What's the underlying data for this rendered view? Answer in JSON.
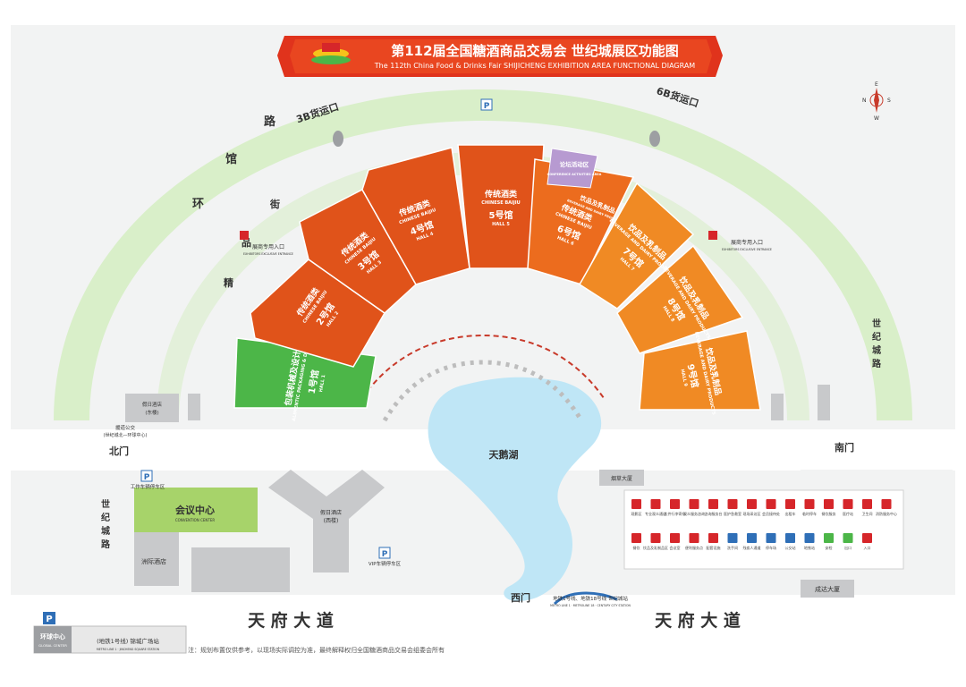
{
  "title": {
    "cn": "第112届全国糖酒商品交易会 世纪城展区功能图",
    "en": "The 112th China Food & Drinks Fair SHIJICHENG EXHIBITION AREA FUNCTIONAL DIAGRAM"
  },
  "colors": {
    "baijiu": "#e0531a",
    "beverage": "#f08a24",
    "green_hall": "#4cb648",
    "conference": "#a7d36a",
    "road_green": "#d9efc9",
    "lake": "#bfe6f6",
    "building_grey": "#c8c9cb",
    "title_red": "#e0331c",
    "activity_purple": "#b79ad1"
  },
  "halls": [
    {
      "id": "hall1",
      "cn": "1号馆",
      "en": "HALL 1",
      "cat": "包装机械及设计",
      "cat_en": "ALIMENTIC PACKAGING & DESIGN"
    },
    {
      "id": "hall2",
      "cn": "2号馆",
      "en": "HALL 2",
      "cat": "传统酒类",
      "cat_en": "CHINESE BAIJIU"
    },
    {
      "id": "hall3",
      "cn": "3号馆",
      "en": "HALL 3",
      "cat": "传统酒类",
      "cat_en": "CHINESE BAIJIU"
    },
    {
      "id": "hall4",
      "cn": "4号馆",
      "en": "HALL 4",
      "cat": "传统酒类",
      "cat_en": "CHINESE BAIJIU"
    },
    {
      "id": "hall5",
      "cn": "5号馆",
      "en": "HALL 5",
      "cat": "传统酒类",
      "cat_en": "CHINESE BAIJIU"
    },
    {
      "id": "hall6",
      "cn": "6号馆",
      "en": "HALL 6",
      "cat": "传统酒类",
      "cat_en": "CHINESE BAIJIU",
      "cat2": "饮品及乳制品",
      "cat2_en": "BEVERAGE AND DAIRY PRODUCTS"
    },
    {
      "id": "hall7",
      "cn": "7号馆",
      "en": "HALL 7",
      "cat": "饮品及乳制品",
      "cat_en": "BEVERAGE AND DAIRY PRODUCTS"
    },
    {
      "id": "hall8",
      "cn": "8号馆",
      "en": "HALL 8",
      "cat": "饮品及乳制品",
      "cat_en": "BEVERAGE AND DAIRY PRODUCTS"
    },
    {
      "id": "hall9",
      "cn": "9号馆",
      "en": "HALL 9",
      "cat": "饮品及乳制品",
      "cat_en": "BEVERAGE AND DAIRY PRODUCTS"
    }
  ],
  "activity_area": {
    "cn": "论坛活动区",
    "en": "CONFERENCE ACTIVITIES AREA"
  },
  "exhibitor_entrance": {
    "cn": "展商专用入口",
    "en": "EXHIBITORS EXCLUSIVE ENTRANCE"
  },
  "roads": {
    "huanguan": [
      "环",
      "馆",
      "路"
    ],
    "jingpin": [
      "精",
      "品",
      "街"
    ],
    "shijicheng_right": [
      "世",
      "纪",
      "城",
      "路"
    ],
    "shijicheng_left": [
      "世",
      "纪",
      "城",
      "路"
    ],
    "tianfu_left": "天 府 大 道",
    "tianfu_right": "天 府 大 道",
    "huoyun_3b": "3B货运口",
    "huoyun_6b": "6B货运口"
  },
  "gates": {
    "north": "北门",
    "south": "南门",
    "west": "西门"
  },
  "places": {
    "lake": "天鹅湖",
    "conference_cn": "会议中心",
    "conference_en": "CONVENTION CENTER",
    "holiday_east": "假日酒店",
    "holiday_east_sub": "(东楼)",
    "holiday_west": "假日酒店",
    "holiday_west_sub": "(西楼)",
    "zhouji": "洲际酒店",
    "yancao": "烟草大厦",
    "chengda": "成达大厦",
    "work_parking": "工作车辆停车区",
    "vip_parking": "VIP车辆停车区",
    "global_cn": "环球中心",
    "global_en": "GLOBAL CENTER",
    "jincheng_station": "(地铁1号线) 锦城广场站",
    "jincheng_station_en": "METRO LINE 1 · JINCHENG SQUARE STATION",
    "century_station": "地铁1号线、地铁18号线 世纪城站",
    "century_station_en": "METRO LINE 1 · METROLINE 18 · CENTURY CITY STATION",
    "bus_stop": "援道公交",
    "bus_stop_sub": "(世纪城北—环球中心)"
  },
  "legend": {
    "items": [
      "观影区",
      "专业观众通道",
      "大件行李寄存",
      "观众服务咨询",
      "咨询服务台",
      "医护急救室",
      "现场采访区",
      "会员接待处",
      "出租车",
      "临时停车",
      "餐饮服务",
      "医疗站",
      "卫生间",
      "消防服务中心",
      "餐饮",
      "饮品及乳制品区",
      "会议室",
      "便利服务点",
      "配套设施",
      "洗手间",
      "残疾人通道",
      "停车场",
      "公交站",
      "地铁站",
      "安检",
      "出口",
      "入口"
    ],
    "parking_symbol": "P"
  },
  "note": "注：规划布置仅供参考，以现场实际调控为准，最终解释权归全国糖酒商品交易会组委会所有",
  "compass": {
    "n": "N",
    "s": "S",
    "e": "E",
    "w": "W"
  }
}
